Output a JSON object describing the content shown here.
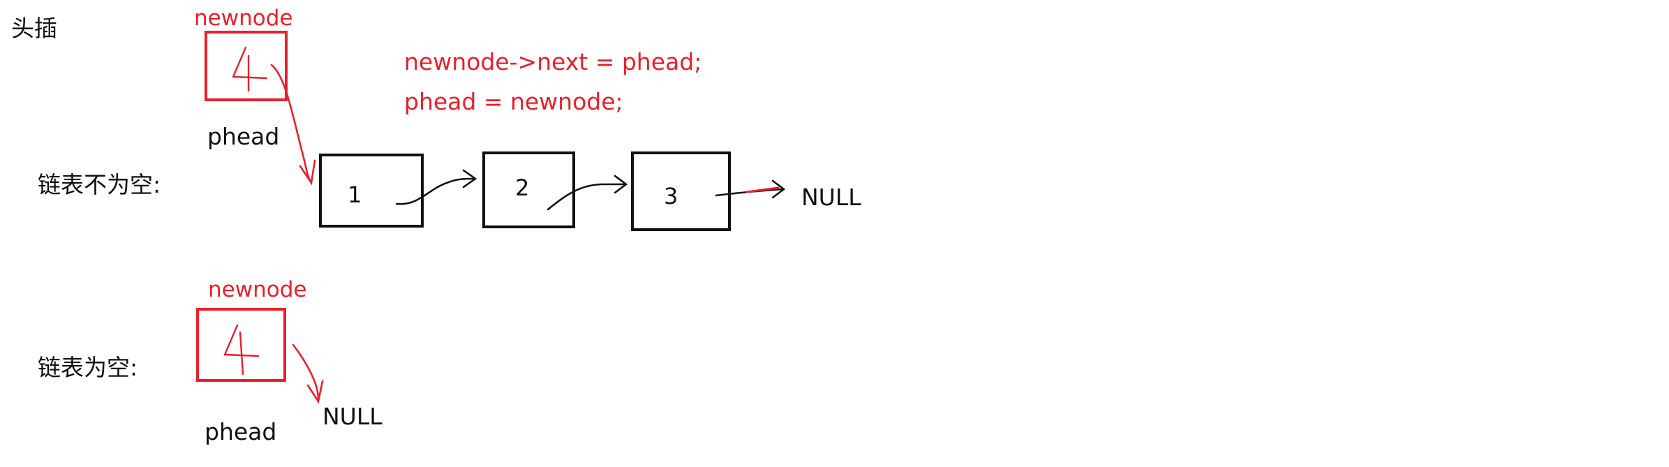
{
  "title": "头插",
  "colors": {
    "ink": "#111111",
    "accent": "#e8202a"
  },
  "nonempty": {
    "label": "链表不为空:",
    "newnode_label": "newnode",
    "newnode_value": "4",
    "phead_label": "phead",
    "code": [
      "newnode->next = phead;",
      "phead = newnode;"
    ],
    "nodes": [
      "1",
      "2",
      "3"
    ],
    "null_label": "NULL"
  },
  "empty": {
    "label": "链表为空:",
    "newnode_label": "newnode",
    "newnode_value": "4",
    "phead_label": "phead",
    "null_label": "NULL"
  }
}
